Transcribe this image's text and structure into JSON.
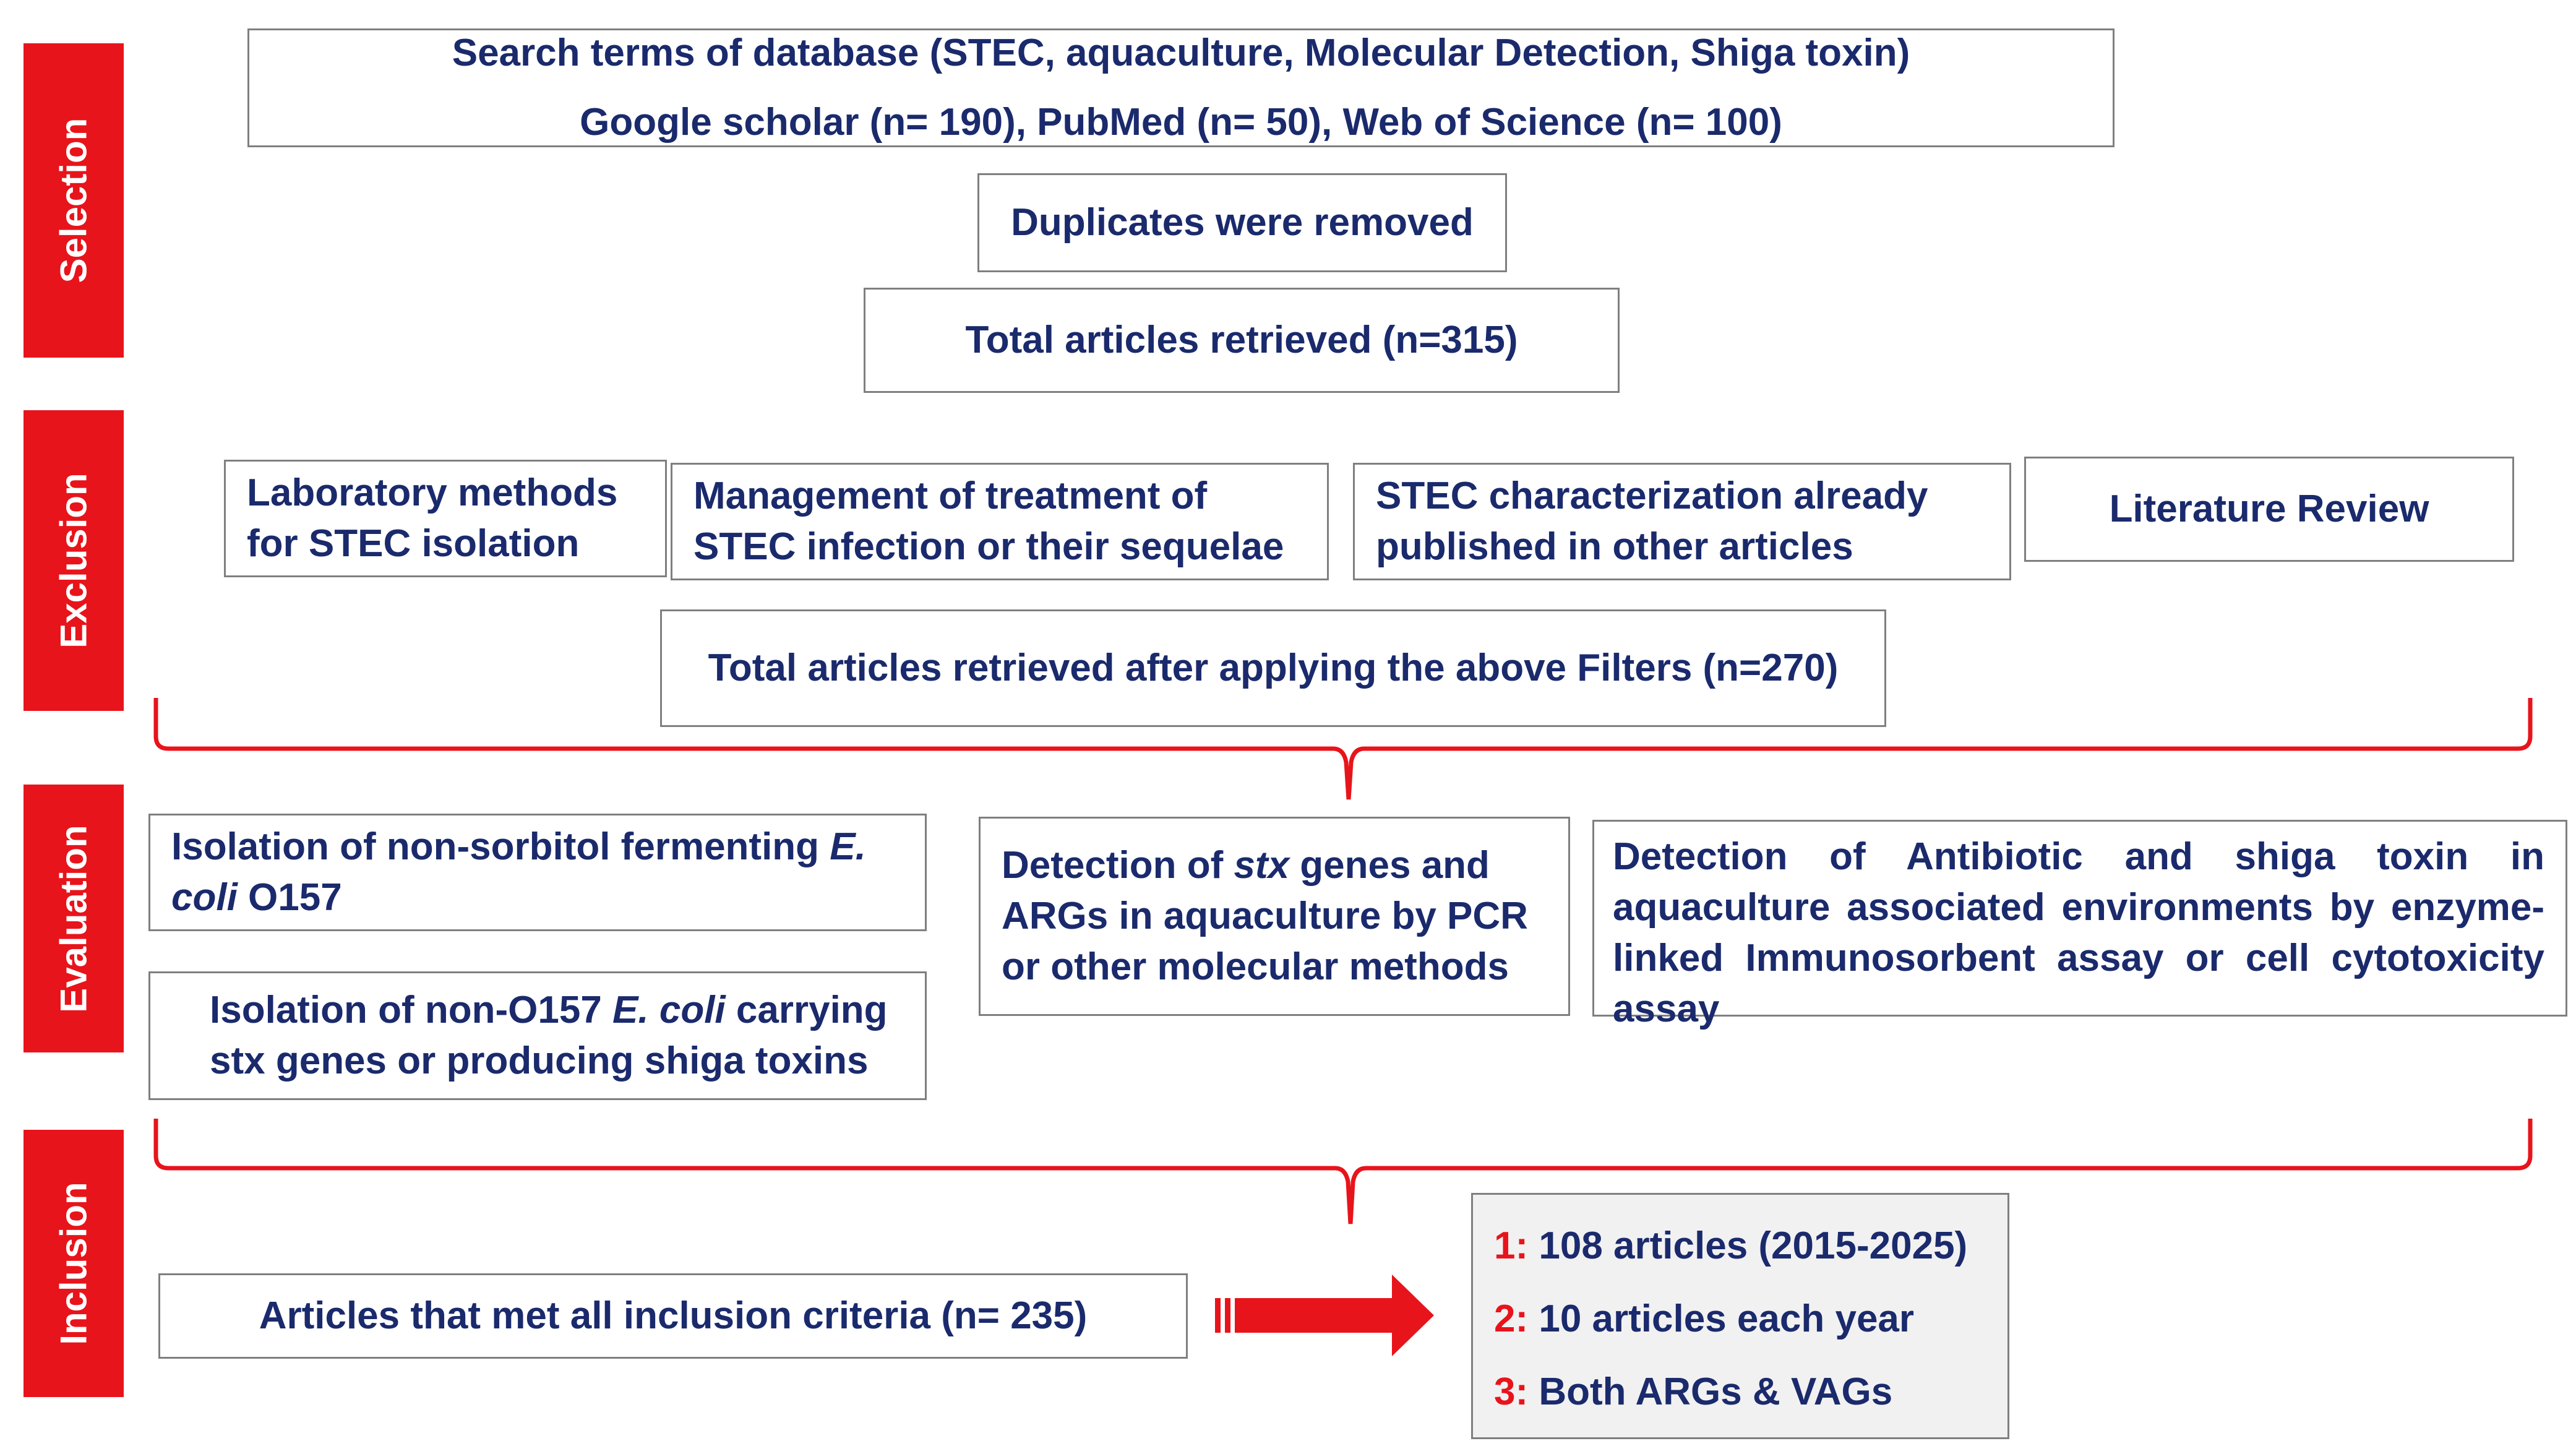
{
  "stages": {
    "selection": "Selection",
    "exclusion": "Exclusion",
    "evaluation": "Evaluation",
    "inclusion": "Inclusion"
  },
  "selection": {
    "search_terms": "Search terms of database (STEC, aquaculture, Molecular Detection, Shiga toxin)",
    "databases": "Google scholar (n= 190), PubMed (n= 50), Web of Science (n= 100)",
    "duplicates": "Duplicates were removed",
    "total": "Total articles retrieved (n=315)"
  },
  "exclusion": {
    "lab_line1": "Laboratory methods",
    "lab_line2": "for STEC isolation",
    "mgmt_line1": "Management of treatment of",
    "mgmt_line2": "STEC infection or their sequelae",
    "char_line1": "STEC characterization already",
    "char_line2": "published in other articles",
    "review": "Literature Review",
    "total": "Total articles retrieved after applying the above Filters (n=270)"
  },
  "evaluation": {
    "nsf_text1": "Isolation of non-sorbitol fermenting ",
    "nsf_italic1": "E.",
    "nsf_italic2": "coli",
    "nsf_text2": " O157",
    "non_text1": "Isolation of non-O157 ",
    "non_italic": "E. coli",
    "non_text2": " carrying",
    "non_line2": "stx genes or producing shiga toxins",
    "pcr_text1": "Detection of ",
    "pcr_italic": "stx",
    "pcr_text2": " genes and",
    "pcr_line2": "ARGs in aquaculture by PCR",
    "pcr_line3": "or other molecular methods",
    "elisa": "Detection of Antibiotic and shiga toxin in aquaculture associated environments by enzyme-linked Immunosorbent assay or cell cytotoxicity assay"
  },
  "inclusion": {
    "met": "Articles that met all inclusion criteria (n= 235)",
    "criteria": [
      {
        "num": "1:",
        "text": " 108 articles (2015-2025)"
      },
      {
        "num": "2:",
        "text": " 10 articles each year"
      },
      {
        "num": "3:",
        "text": " Both ARGs & VAGs"
      }
    ]
  },
  "colors": {
    "accent_red": "#e8141b",
    "text_navy": "#1a2a6c",
    "border_gray": "#7f7f7f",
    "criteria_bg": "#f1f1f1"
  }
}
